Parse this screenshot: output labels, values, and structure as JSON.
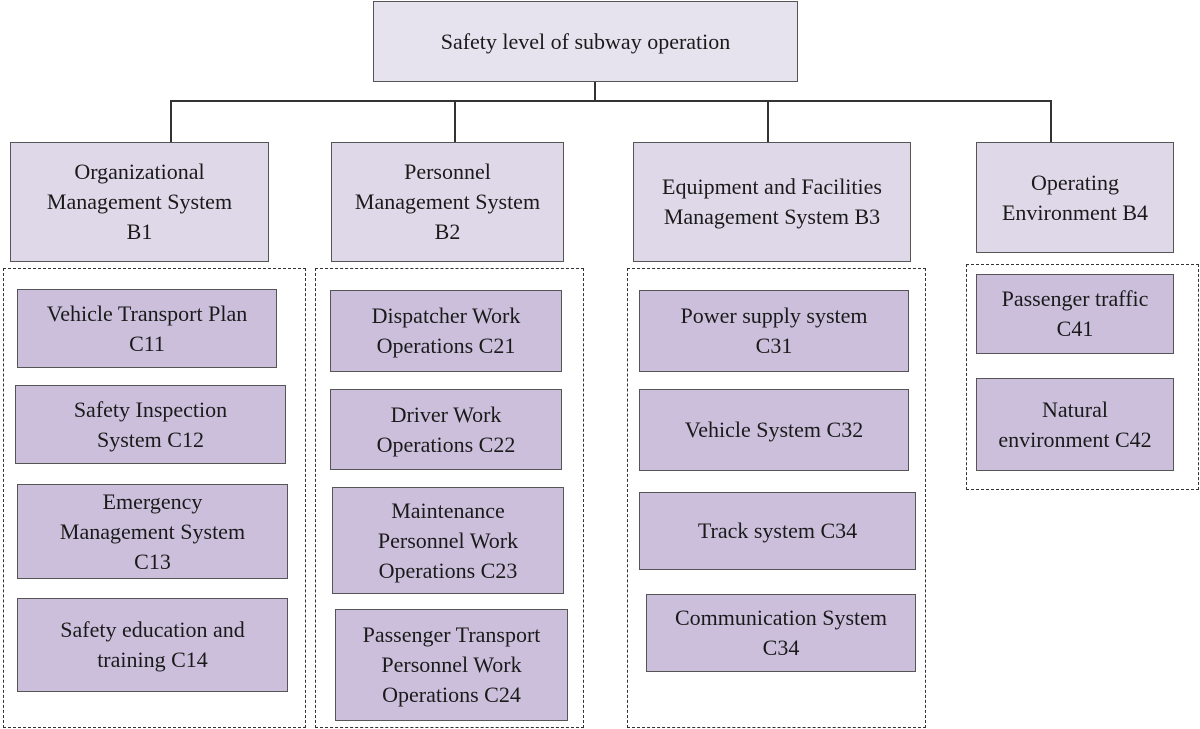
{
  "root": {
    "label": "Safety level of subway operation"
  },
  "branches": [
    {
      "label": "Organizational\nManagement System\nB1",
      "children": [
        "Vehicle Transport Plan\nC11",
        "Safety Inspection\nSystem C12",
        "Emergency\nManagement System\nC13",
        "Safety education and\ntraining C14"
      ]
    },
    {
      "label": "Personnel\nManagement System\nB2",
      "children": [
        "Dispatcher Work\nOperations C21",
        "Driver Work\nOperations C22",
        "Maintenance\nPersonnel Work\nOperations C23",
        "Passenger Transport\nPersonnel Work\nOperations C24"
      ]
    },
    {
      "label": "Equipment and Facilities\nManagement System B3",
      "children": [
        "Power supply system\nC31",
        "Vehicle System C32",
        "Track system C34",
        "Communication System\nC34"
      ]
    },
    {
      "label": "Operating\nEnvironment B4",
      "children": [
        "Passenger traffic\nC41",
        "Natural\nenvironment C42"
      ]
    }
  ]
}
